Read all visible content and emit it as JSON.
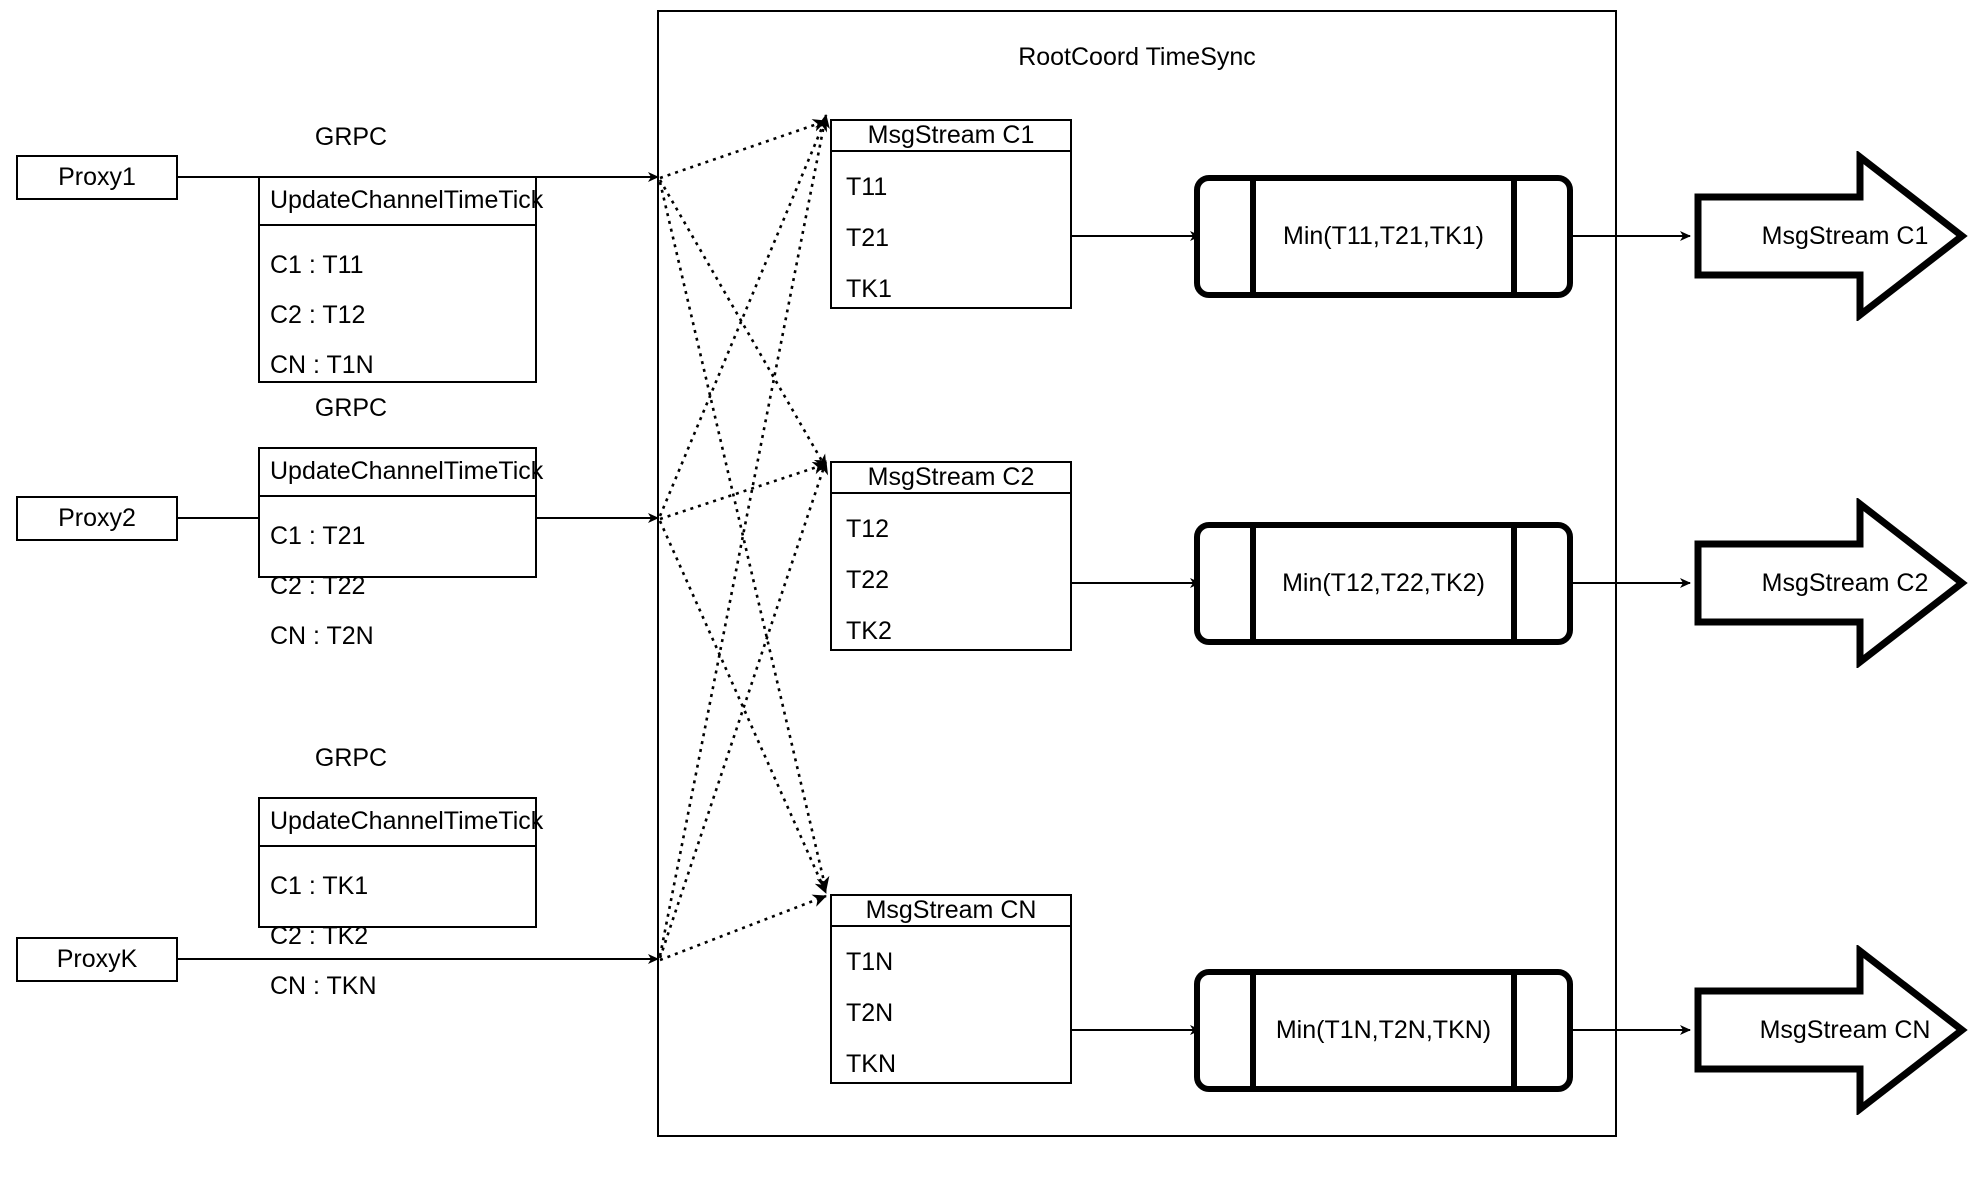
{
  "diagram": {
    "container_title": "RootCoord TimeSync"
  },
  "proxies": [
    {
      "name": "Proxy1",
      "link_label": "GRPC",
      "request": {
        "title": "UpdateChannelTimeTick",
        "rows": [
          "C1 :  T11",
          "C2 :  T12",
          "CN : T1N"
        ]
      }
    },
    {
      "name": "Proxy2",
      "link_label": "GRPC",
      "request": {
        "title": "UpdateChannelTimeTick",
        "rows": [
          "C1 :  T21",
          "C2 :  T22",
          "CN : T2N"
        ]
      }
    },
    {
      "name": "ProxyK",
      "link_label": "GRPC",
      "request": {
        "title": "UpdateChannelTimeTick",
        "rows": [
          "C1 :  TK1",
          "C2 :  TK2",
          "CN : TKN"
        ]
      }
    }
  ],
  "channels": [
    {
      "msgstream": {
        "title": "MsgStream C1",
        "rows": [
          "T11",
          "T21",
          "TK1"
        ]
      },
      "process": "Min(T11,T21,TK1)",
      "output": "MsgStream C1"
    },
    {
      "msgstream": {
        "title": "MsgStream C2",
        "rows": [
          "T12",
          "T22",
          "TK2"
        ]
      },
      "process": "Min(T12,T22,TK2)",
      "output": "MsgStream C2"
    },
    {
      "msgstream": {
        "title": "MsgStream CN",
        "rows": [
          "T1N",
          "T2N",
          "TKN"
        ]
      },
      "process": "Min(T1N,T2N,TKN)",
      "output": "MsgStream CN"
    }
  ],
  "colors": {
    "stroke": "#000000",
    "background": "#ffffff"
  }
}
